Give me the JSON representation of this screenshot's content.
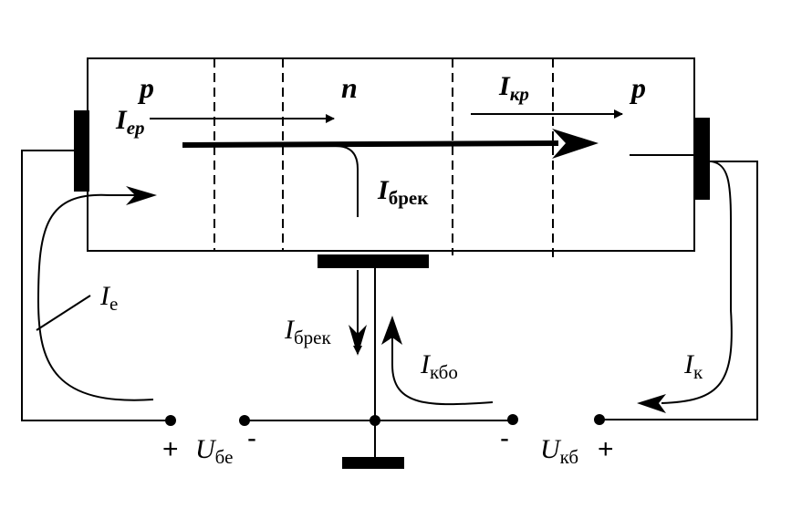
{
  "regions": {
    "emitter": "p",
    "base": "n",
    "collector": "p"
  },
  "labels": {
    "i_ep": {
      "main": "I",
      "sub": "ep"
    },
    "i_kp": {
      "main": "I",
      "sub": "кр"
    },
    "i_brek_top": {
      "main": "I",
      "sub": "брек"
    },
    "i_e": {
      "main": "I",
      "sub": "е"
    },
    "i_brek_bottom": {
      "main": "I",
      "sub": "брек"
    },
    "i_kbo": {
      "main": "I",
      "sub": "кбо"
    },
    "i_k": {
      "main": "I",
      "sub": "к"
    },
    "u_be": {
      "main": "U",
      "sub": "бе"
    },
    "u_kb": {
      "main": "U",
      "sub": "кб"
    }
  },
  "signs": {
    "be_plus": "+",
    "be_minus": "-",
    "kb_minus": "-",
    "kb_plus": "+"
  }
}
